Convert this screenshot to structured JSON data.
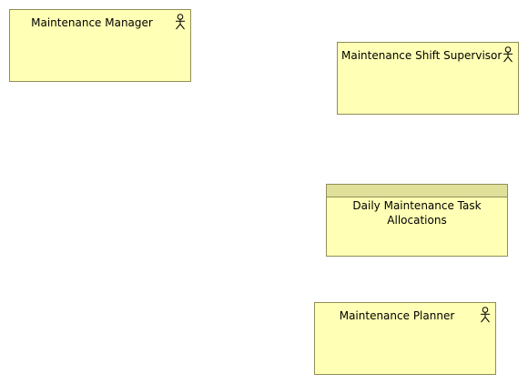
{
  "diagram": {
    "nodes": [
      {
        "type": "business-actor",
        "label": "Maintenance Manager",
        "icon": "actor-icon"
      },
      {
        "type": "business-actor",
        "label": "Maintenance Shift Supervisor",
        "icon": "actor-icon"
      },
      {
        "type": "business-object",
        "label": "Daily Maintenance Task Allocations"
      },
      {
        "type": "business-actor",
        "label": "Maintenance Planner",
        "icon": "actor-icon"
      }
    ]
  },
  "colors": {
    "node_fill": "#ffffb5",
    "node_border": "#8f8f5a",
    "object_header": "#e0e09a"
  }
}
